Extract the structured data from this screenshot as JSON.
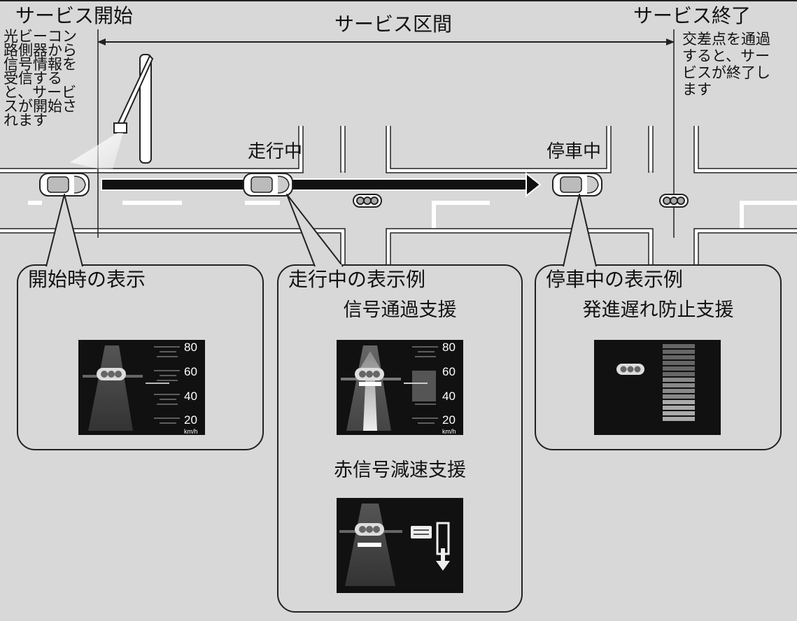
{
  "header": {
    "service_start": "サービス開始",
    "service_section": "サービス区間",
    "service_end": "サービス終了"
  },
  "notes": {
    "start_note_lines": [
      "光ビーコン",
      "路側器から",
      "信号情報を",
      "受信する",
      "と、サービ",
      "スが開始さ",
      "れます"
    ],
    "end_note_lines": [
      "交差点を通過",
      "すると、サー",
      "ビスが終了し",
      "ます"
    ]
  },
  "road_labels": {
    "driving": "走行中",
    "stopped": "停車中"
  },
  "callouts": {
    "start_display": {
      "title": "開始時の表示",
      "speed_ticks": [
        "80",
        "60",
        "40",
        "20"
      ],
      "speed_unit": "km/h"
    },
    "driving_example": {
      "title": "走行中の表示例",
      "signal_pass_assist": "信号通過支援",
      "speed_ticks": [
        "80",
        "60",
        "40",
        "20"
      ],
      "speed_unit": "km/h",
      "red_signal_decel_assist": "赤信号減速支援"
    },
    "stopped_example": {
      "title": "停車中の表示例",
      "start_delay_prevention": "発進遅れ防止支援"
    }
  },
  "colors": {
    "background": "#d8d8d8",
    "road_edge": "#ffffff",
    "line": "#222222",
    "panel": "#111111"
  }
}
